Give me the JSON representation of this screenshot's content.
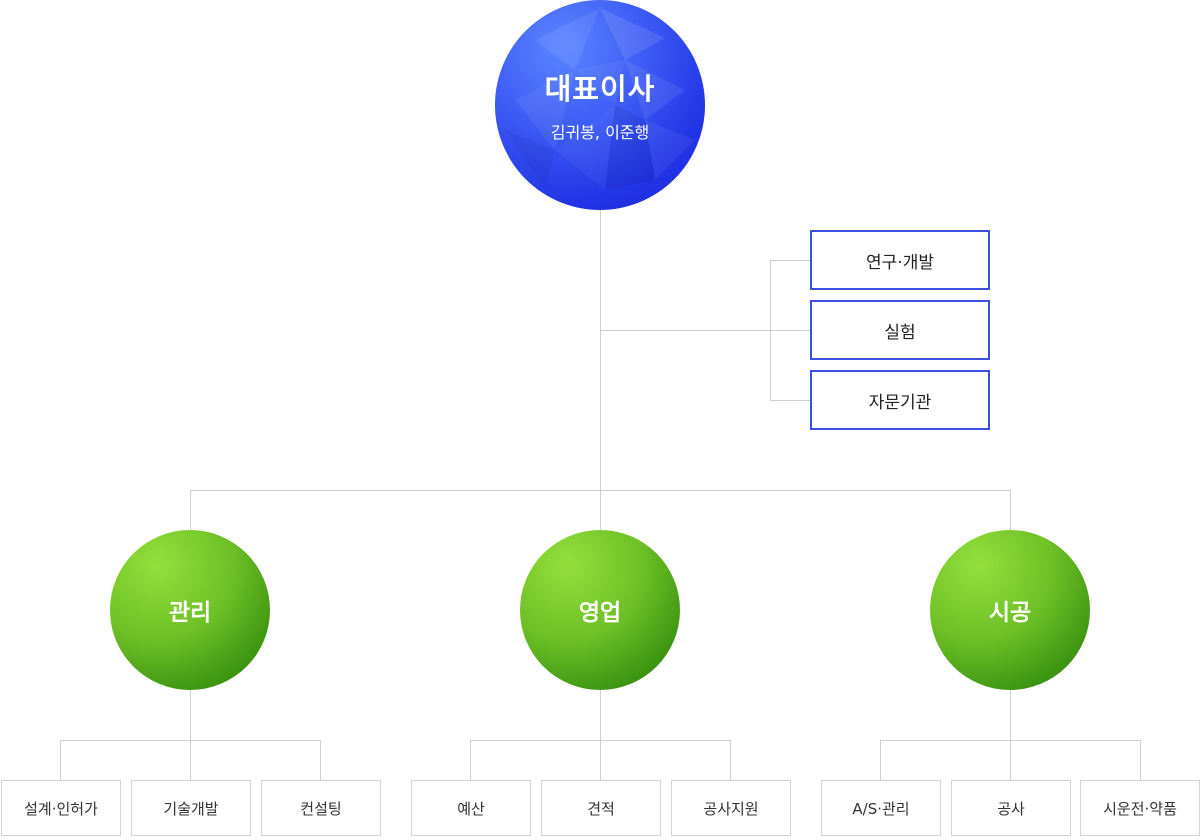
{
  "ceo": {
    "title": "대표이사",
    "names": "김귀봉, 이준행"
  },
  "advisors": [
    "연구·개발",
    "실험",
    "자문기관"
  ],
  "departments": [
    {
      "name": "관리",
      "teams": [
        "설계·인허가",
        "기술개발",
        "컨설팅"
      ]
    },
    {
      "name": "영업",
      "teams": [
        "예산",
        "견적",
        "공사지원"
      ]
    },
    {
      "name": "시공",
      "teams": [
        "A/S·관리",
        "공사",
        "시운전·약품"
      ]
    }
  ],
  "colors": {
    "ceo_circle": "#2f47ec",
    "advisor_border": "#3b4fe0",
    "dept_circle": "#5cb31d",
    "connector_line": "#cfcfcf",
    "team_border": "#d3d3d3"
  }
}
